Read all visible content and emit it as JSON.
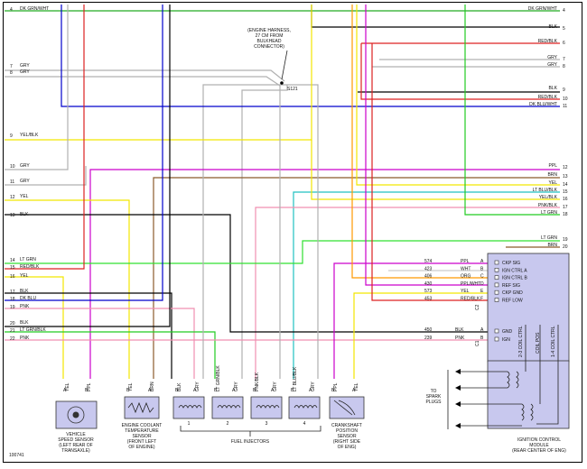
{
  "figure_id": "100741",
  "harness_note": [
    "(ENGINE HARNESS,",
    "27 CM FROM",
    "BULKHEAD",
    "CONNECTOR)"
  ],
  "splice": "S121",
  "left_pins": [
    {
      "num": "4",
      "color": "DK GRN/WHT"
    },
    {
      "num": "7",
      "color": "GRY"
    },
    {
      "num": "8",
      "color": "GRY"
    },
    {
      "num": "9",
      "color": "YEL/BLK"
    },
    {
      "num": "10",
      "color": "GRY"
    },
    {
      "num": "11",
      "color": "GRY"
    },
    {
      "num": "12",
      "color": "YEL"
    },
    {
      "num": "13",
      "color": "BLK"
    },
    {
      "num": "14",
      "color": "LT GRN"
    },
    {
      "num": "15",
      "color": "RED/BLK"
    },
    {
      "num": "16",
      "color": "YEL"
    },
    {
      "num": "17",
      "color": "BLK"
    },
    {
      "num": "18",
      "color": "DK BLU"
    },
    {
      "num": "19",
      "color": "PNK"
    },
    {
      "num": "20",
      "color": "BLK"
    },
    {
      "num": "21",
      "color": "LT GRN/BLK"
    },
    {
      "num": "22",
      "color": "PNK"
    }
  ],
  "right_pins": [
    {
      "num": "4",
      "color": "DK GRN/WHT"
    },
    {
      "num": "5",
      "color": "BLK"
    },
    {
      "num": "6",
      "color": "RED/BLK"
    },
    {
      "num": "7",
      "color": "GRY"
    },
    {
      "num": "8",
      "color": "GRY"
    },
    {
      "num": "9",
      "color": "BLK"
    },
    {
      "num": "10",
      "color": "RED/BLK"
    },
    {
      "num": "11",
      "color": "DK BLU/WHT"
    },
    {
      "num": "12",
      "color": "PPL"
    },
    {
      "num": "13",
      "color": "BRN"
    },
    {
      "num": "14",
      "color": "YEL"
    },
    {
      "num": "15",
      "color": "LT BLU/BLK"
    },
    {
      "num": "16",
      "color": "YEL/BLK"
    },
    {
      "num": "17",
      "color": "PNK/BLK"
    },
    {
      "num": "18",
      "color": "LT GRN"
    },
    {
      "num": "19",
      "color": "LT GRN"
    },
    {
      "num": "20",
      "color": "BRN"
    }
  ],
  "icm_connector_top": [
    {
      "circuit": "574",
      "color": "PPL",
      "pin": "A",
      "signal": "CKP SIG"
    },
    {
      "circuit": "423",
      "color": "WHT",
      "pin": "B",
      "signal": "IGN CTRL A"
    },
    {
      "circuit": "406",
      "color": "ORG",
      "pin": "C",
      "signal": "IGN CTRL B"
    },
    {
      "circuit": "430",
      "color": "PPL/WHT",
      "pin": "D",
      "signal": "REF SIG"
    },
    {
      "circuit": "573",
      "color": "YEL",
      "pin": "E",
      "signal": "CKP GND"
    },
    {
      "circuit": "453",
      "color": "RED/BLK",
      "pin": "F",
      "signal": "REF LOW"
    }
  ],
  "icm_connector_top_label": "C2",
  "icm_connector_bottom": [
    {
      "circuit": "450",
      "color": "BLK",
      "pin": "A",
      "signal": "GND"
    },
    {
      "circuit": "239",
      "color": "PNK",
      "pin": "B",
      "signal": "IGN"
    }
  ],
  "icm_connector_bottom_label": "C1",
  "icm_coil_labels": [
    "2-3 COIL CTRL",
    "COIL POS",
    "1-4 COIL CTRL"
  ],
  "icm_title": [
    "IGNITION CONTROL",
    "MODULE",
    "(REAR CENTER OF ENG)"
  ],
  "spark_label": [
    "TO",
    "SPARK",
    "PLUGS"
  ],
  "vss": {
    "pins": [
      {
        "pin": "A",
        "color": "YEL"
      },
      {
        "pin": "B",
        "color": "PPL"
      }
    ],
    "title": [
      "VEHICLE",
      "SPEED SENSOR",
      "(LEFT REAR OF",
      "TRANSAXLE)"
    ]
  },
  "ect": {
    "pins": [
      {
        "pin": "B",
        "color": "YEL"
      },
      {
        "pin": "A",
        "color": "BRN"
      }
    ],
    "title": [
      "ENGINE COOLANT",
      "TEMPERATURE",
      "SENSOR",
      "(FRONT LEFT",
      "OF ENGINE)"
    ]
  },
  "injectors": [
    {
      "num": "1",
      "pins": [
        {
          "pin": "B",
          "color": "BLK"
        },
        {
          "pin": "A",
          "color": "GRY"
        }
      ]
    },
    {
      "num": "2",
      "pins": [
        {
          "pin": "B",
          "color": "LT GRN/BLK"
        },
        {
          "pin": "A",
          "color": "GRY"
        }
      ]
    },
    {
      "num": "3",
      "pins": [
        {
          "pin": "B",
          "color": "PNK/BLK"
        },
        {
          "pin": "A",
          "color": "GRY"
        }
      ]
    },
    {
      "num": "4",
      "pins": [
        {
          "pin": "B",
          "color": "LT BLU/BLK"
        },
        {
          "pin": "A",
          "color": "GRY"
        }
      ]
    }
  ],
  "injectors_title": "FUEL INJECTORS",
  "ckp": {
    "pins": [
      {
        "pin": "B",
        "color": "PPL"
      },
      {
        "pin": "A",
        "color": "YEL"
      }
    ],
    "title": [
      "CRANKSHAFT",
      "POSITION",
      "SENSOR",
      "(RIGHT SIDE",
      "OF ENG)"
    ]
  },
  "colors": {
    "yel": "#f2e600",
    "grn": "#22cc22",
    "lt_grn": "#30e030",
    "pnk": "#f08fb0",
    "ppl": "#cc00cc",
    "red": "#dd2222",
    "brn": "#8b5a2b",
    "gry": "#b0b0b0",
    "blk": "#000000",
    "blu": "#0000cc",
    "teal": "#20c0c0",
    "org": "#ff9900",
    "wht": "#cccccc",
    "module_fill": "#c8c8ee",
    "sensor_fill": "#c8c8ee"
  }
}
